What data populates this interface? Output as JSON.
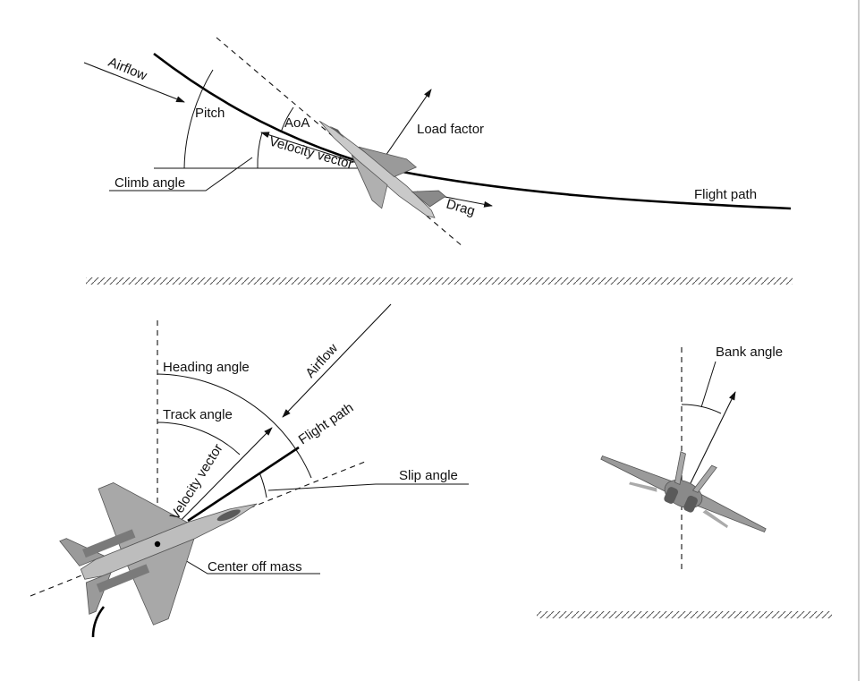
{
  "side_view": {
    "airflow": "Airflow",
    "pitch": "Pitch",
    "aoa": "AoA",
    "load_factor": "Load factor",
    "velocity_vector": "Velocity vector",
    "climb_angle": "Climb angle",
    "drag": "Drag",
    "flight_path": "Flight path"
  },
  "top_view": {
    "heading_angle": "Heading angle",
    "airflow": "Airflow",
    "track_angle": "Track angle",
    "flight_path": "Flight path",
    "velocity_vector": "Velocity vector",
    "slip_angle": "Slip angle",
    "center_of_mass": "Center off mass"
  },
  "rear_view": {
    "bank_angle": "Bank angle"
  },
  "colors": {
    "line": "#111111",
    "aircraft_light": "#c9c9c9",
    "aircraft_mid": "#9a9a9a",
    "aircraft_dark": "#5a5a5a"
  }
}
